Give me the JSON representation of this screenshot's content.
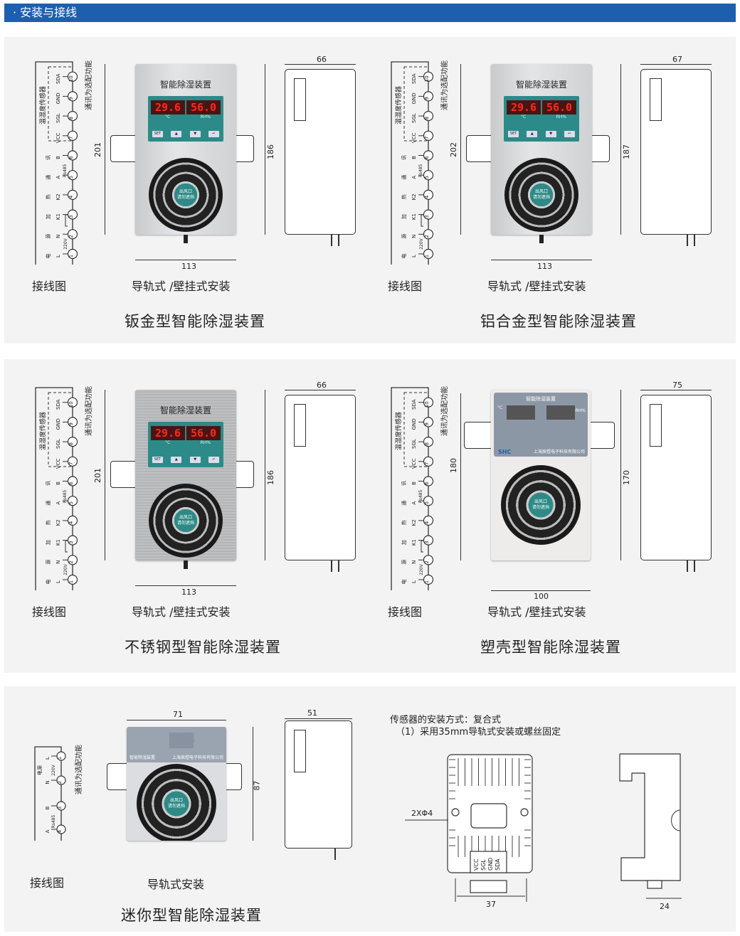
{
  "header": {
    "title": "· 安装与接线"
  },
  "wiring": {
    "caption": "接线图",
    "sensor_label": "温湿度传感器",
    "comm_note": "通讯为选配功能",
    "rs485": "Rs485",
    "v220": "220V",
    "terminals": [
      {
        "num": "1",
        "pin": "L",
        "group": "电"
      },
      {
        "num": "2",
        "pin": "N",
        "group": "源"
      },
      {
        "num": "3",
        "pin": "K1",
        "group": "加"
      },
      {
        "num": "4",
        "pin": "K2",
        "group": "热"
      },
      {
        "num": "5",
        "pin": "A",
        "group": "通"
      },
      {
        "num": "6",
        "pin": "B",
        "group": "讯"
      },
      {
        "num": "7",
        "pin": "VCC",
        "group": ""
      },
      {
        "num": "8",
        "pin": "SGL",
        "group": ""
      },
      {
        "num": "9",
        "pin": "GND",
        "group": ""
      },
      {
        "num": "10",
        "pin": "SDA",
        "group": ""
      }
    ]
  },
  "device": {
    "label": "智能除湿装置",
    "temp": "29.6",
    "hum": "56.0",
    "temp_unit": "°C",
    "hum_unit": "RH%",
    "buttons": [
      "SET",
      "▲",
      "▼",
      "↵"
    ],
    "fan_label_1": "出风口",
    "fan_label_2": "请勿遮挡",
    "brand": "SHC",
    "company": "上海辰煜电子科技有限公司"
  },
  "units": [
    {
      "title": "钣金型智能除湿装置",
      "mount": "导轨式 /壁挂式安装",
      "height": "201",
      "width": "113",
      "side_height": "186",
      "side_width": "66"
    },
    {
      "title": "铝合金型智能除湿装置",
      "mount": "导轨式 /壁挂式安装",
      "height": "202",
      "width": "113",
      "side_height": "187",
      "side_width": "67"
    },
    {
      "title": "不锈钢型智能除湿装置",
      "mount": "导轨式 /壁挂式安装",
      "height": "201",
      "width": "113",
      "side_height": "186",
      "side_width": "66"
    },
    {
      "title": "塑壳型智能除湿装置",
      "mount": "导轨式 /壁挂式安装",
      "height": "180",
      "width": "100",
      "side_height": "170",
      "side_width": "75"
    }
  ],
  "mini": {
    "title": "迷你型智能除湿装置",
    "mount": "导轨式安装",
    "width": "71",
    "height": "87",
    "side_width": "51",
    "power_label": "电源",
    "v220": "220V",
    "rs485": "Rs485",
    "comm_note": "通讯为选配功能",
    "terminals": [
      {
        "num": "1",
        "pin": "L"
      },
      {
        "num": "2",
        "pin": "N"
      },
      {
        "num": "3",
        "pin": "B"
      },
      {
        "num": "4",
        "pin": "A"
      }
    ]
  },
  "sensor": {
    "line1": "传感器的安装方式：复合式",
    "line2": "（1）采用35mm导轨式安装或螺丝固定",
    "holes": "2XΦ4",
    "pins": [
      "VCC",
      "SGL",
      "GND",
      "SDA"
    ],
    "width": "37",
    "depth": "24"
  },
  "colors": {
    "header": "#1c5fae",
    "panel_green": "#2c8b88",
    "display_red": "#ff2a1a"
  }
}
